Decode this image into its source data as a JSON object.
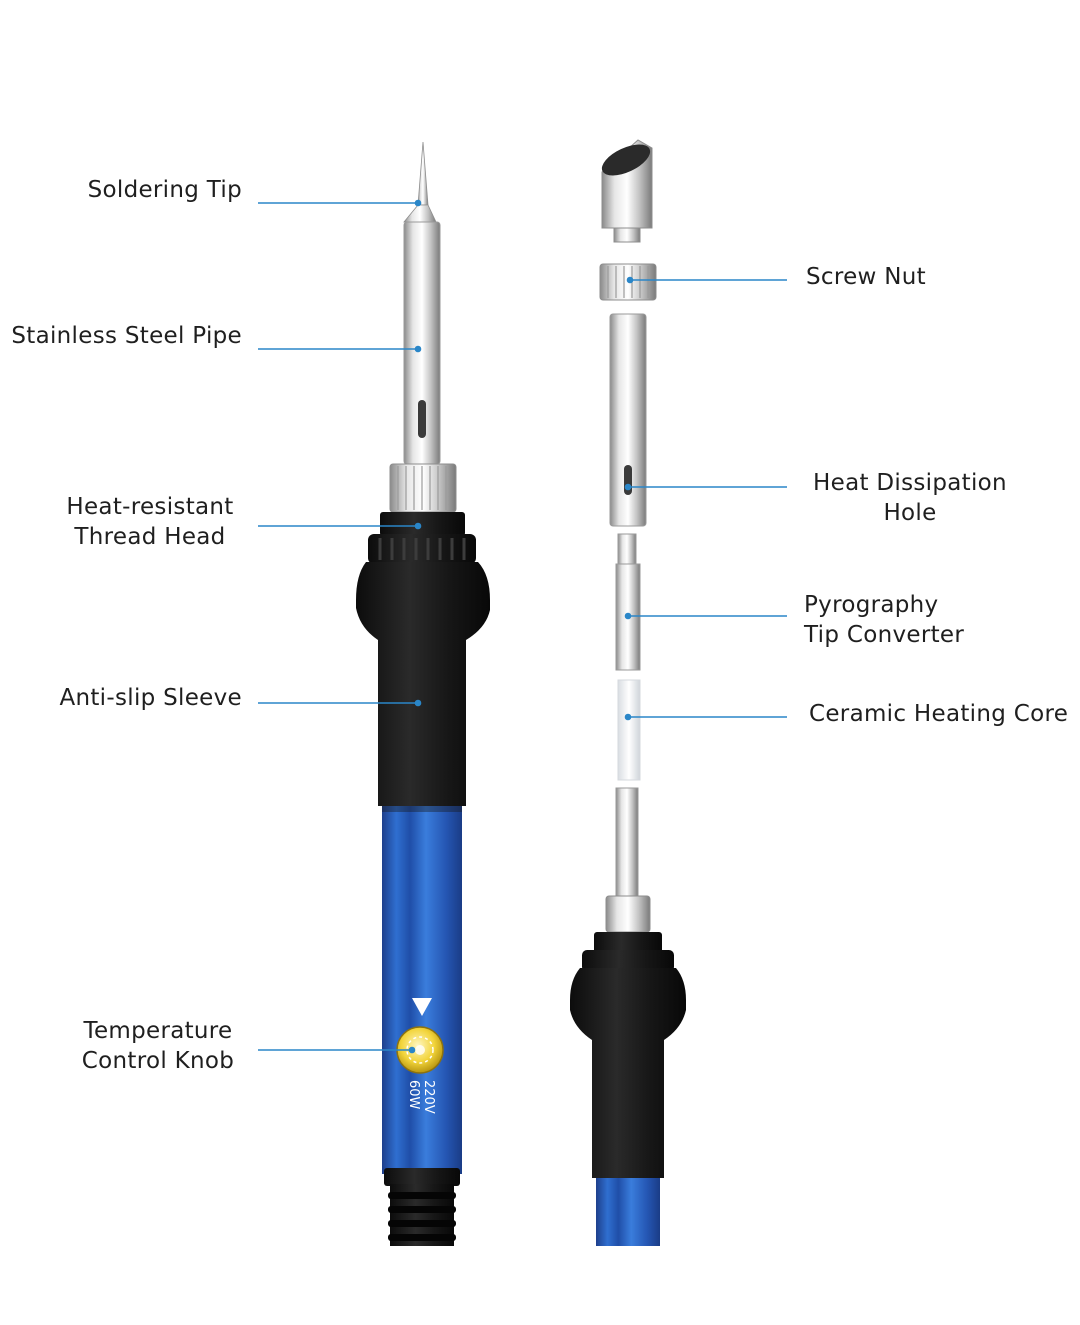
{
  "labels": {
    "soldering_tip": "Soldering Tip",
    "stainless_steel_pipe": "Stainless Steel Pipe",
    "thread_head_line1": "Heat-resistant",
    "thread_head_line2": "Thread Head",
    "anti_slip_sleeve": "Anti-slip Sleeve",
    "temp_knob_line1": "Temperature",
    "temp_knob_line2": "Control Knob",
    "screw_nut": "Screw Nut",
    "heat_hole_line1": "Heat Dissipation",
    "heat_hole_line2": "Hole",
    "pyro_line1": "Pyrography",
    "pyro_line2": "Tip Converter",
    "ceramic_core": "Ceramic Heating Core"
  },
  "knob_markings": {
    "voltage": "220V",
    "power": "60W"
  },
  "colors": {
    "leader_line": "#2a86c8",
    "handle_blue": "#2b5fb4",
    "rubber_black": "#151515",
    "steel": "#c9c9c9"
  }
}
